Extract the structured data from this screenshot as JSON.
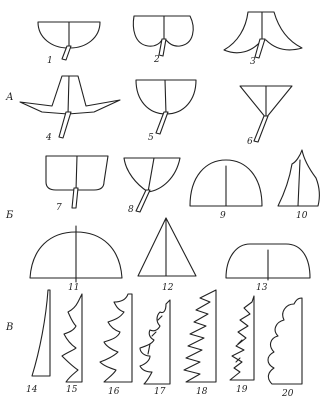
{
  "groups": {
    "a": "А",
    "b": "Б",
    "v": "В"
  },
  "items": {
    "n1": "1",
    "n2": "2",
    "n3": "3",
    "n4": "4",
    "n5": "5",
    "n6": "6",
    "n7": "7",
    "n8": "8",
    "n9": "9",
    "n10": "10",
    "n11": "11",
    "n12": "12",
    "n13": "13",
    "n14": "14",
    "n15": "15",
    "n16": "16",
    "n17": "17",
    "n18": "18",
    "n19": "19",
    "n20": "20"
  },
  "colors": {
    "ink": "#222222",
    "paper": "#ffffff"
  }
}
